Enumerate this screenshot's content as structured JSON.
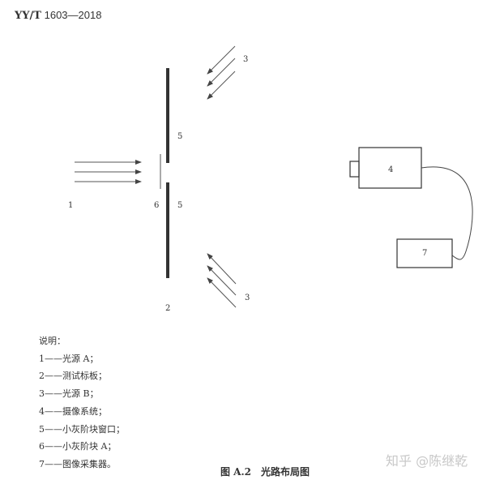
{
  "header": {
    "standard_prefix": "YY/T",
    "standard_number": "1603—2018"
  },
  "figure": {
    "labels": {
      "light_source_a": "1",
      "test_board": "2",
      "light_source_b_top": "3",
      "light_source_b_bottom": "3",
      "camera_system": "4",
      "window_top": "5",
      "window_bottom": "5",
      "gray_step_a": "6",
      "image_collector": "7"
    }
  },
  "legend": {
    "title": "说明：",
    "items": [
      "1——光源 A；",
      "2——测试标板；",
      "3——光源 B；",
      "4——摄像系统；",
      "5——小灰阶块窗口；",
      "6——小灰阶块 A；",
      "7——图像采集器。"
    ]
  },
  "caption": "图 A.2　光路布局图",
  "watermark": "知乎 @陈继乾"
}
